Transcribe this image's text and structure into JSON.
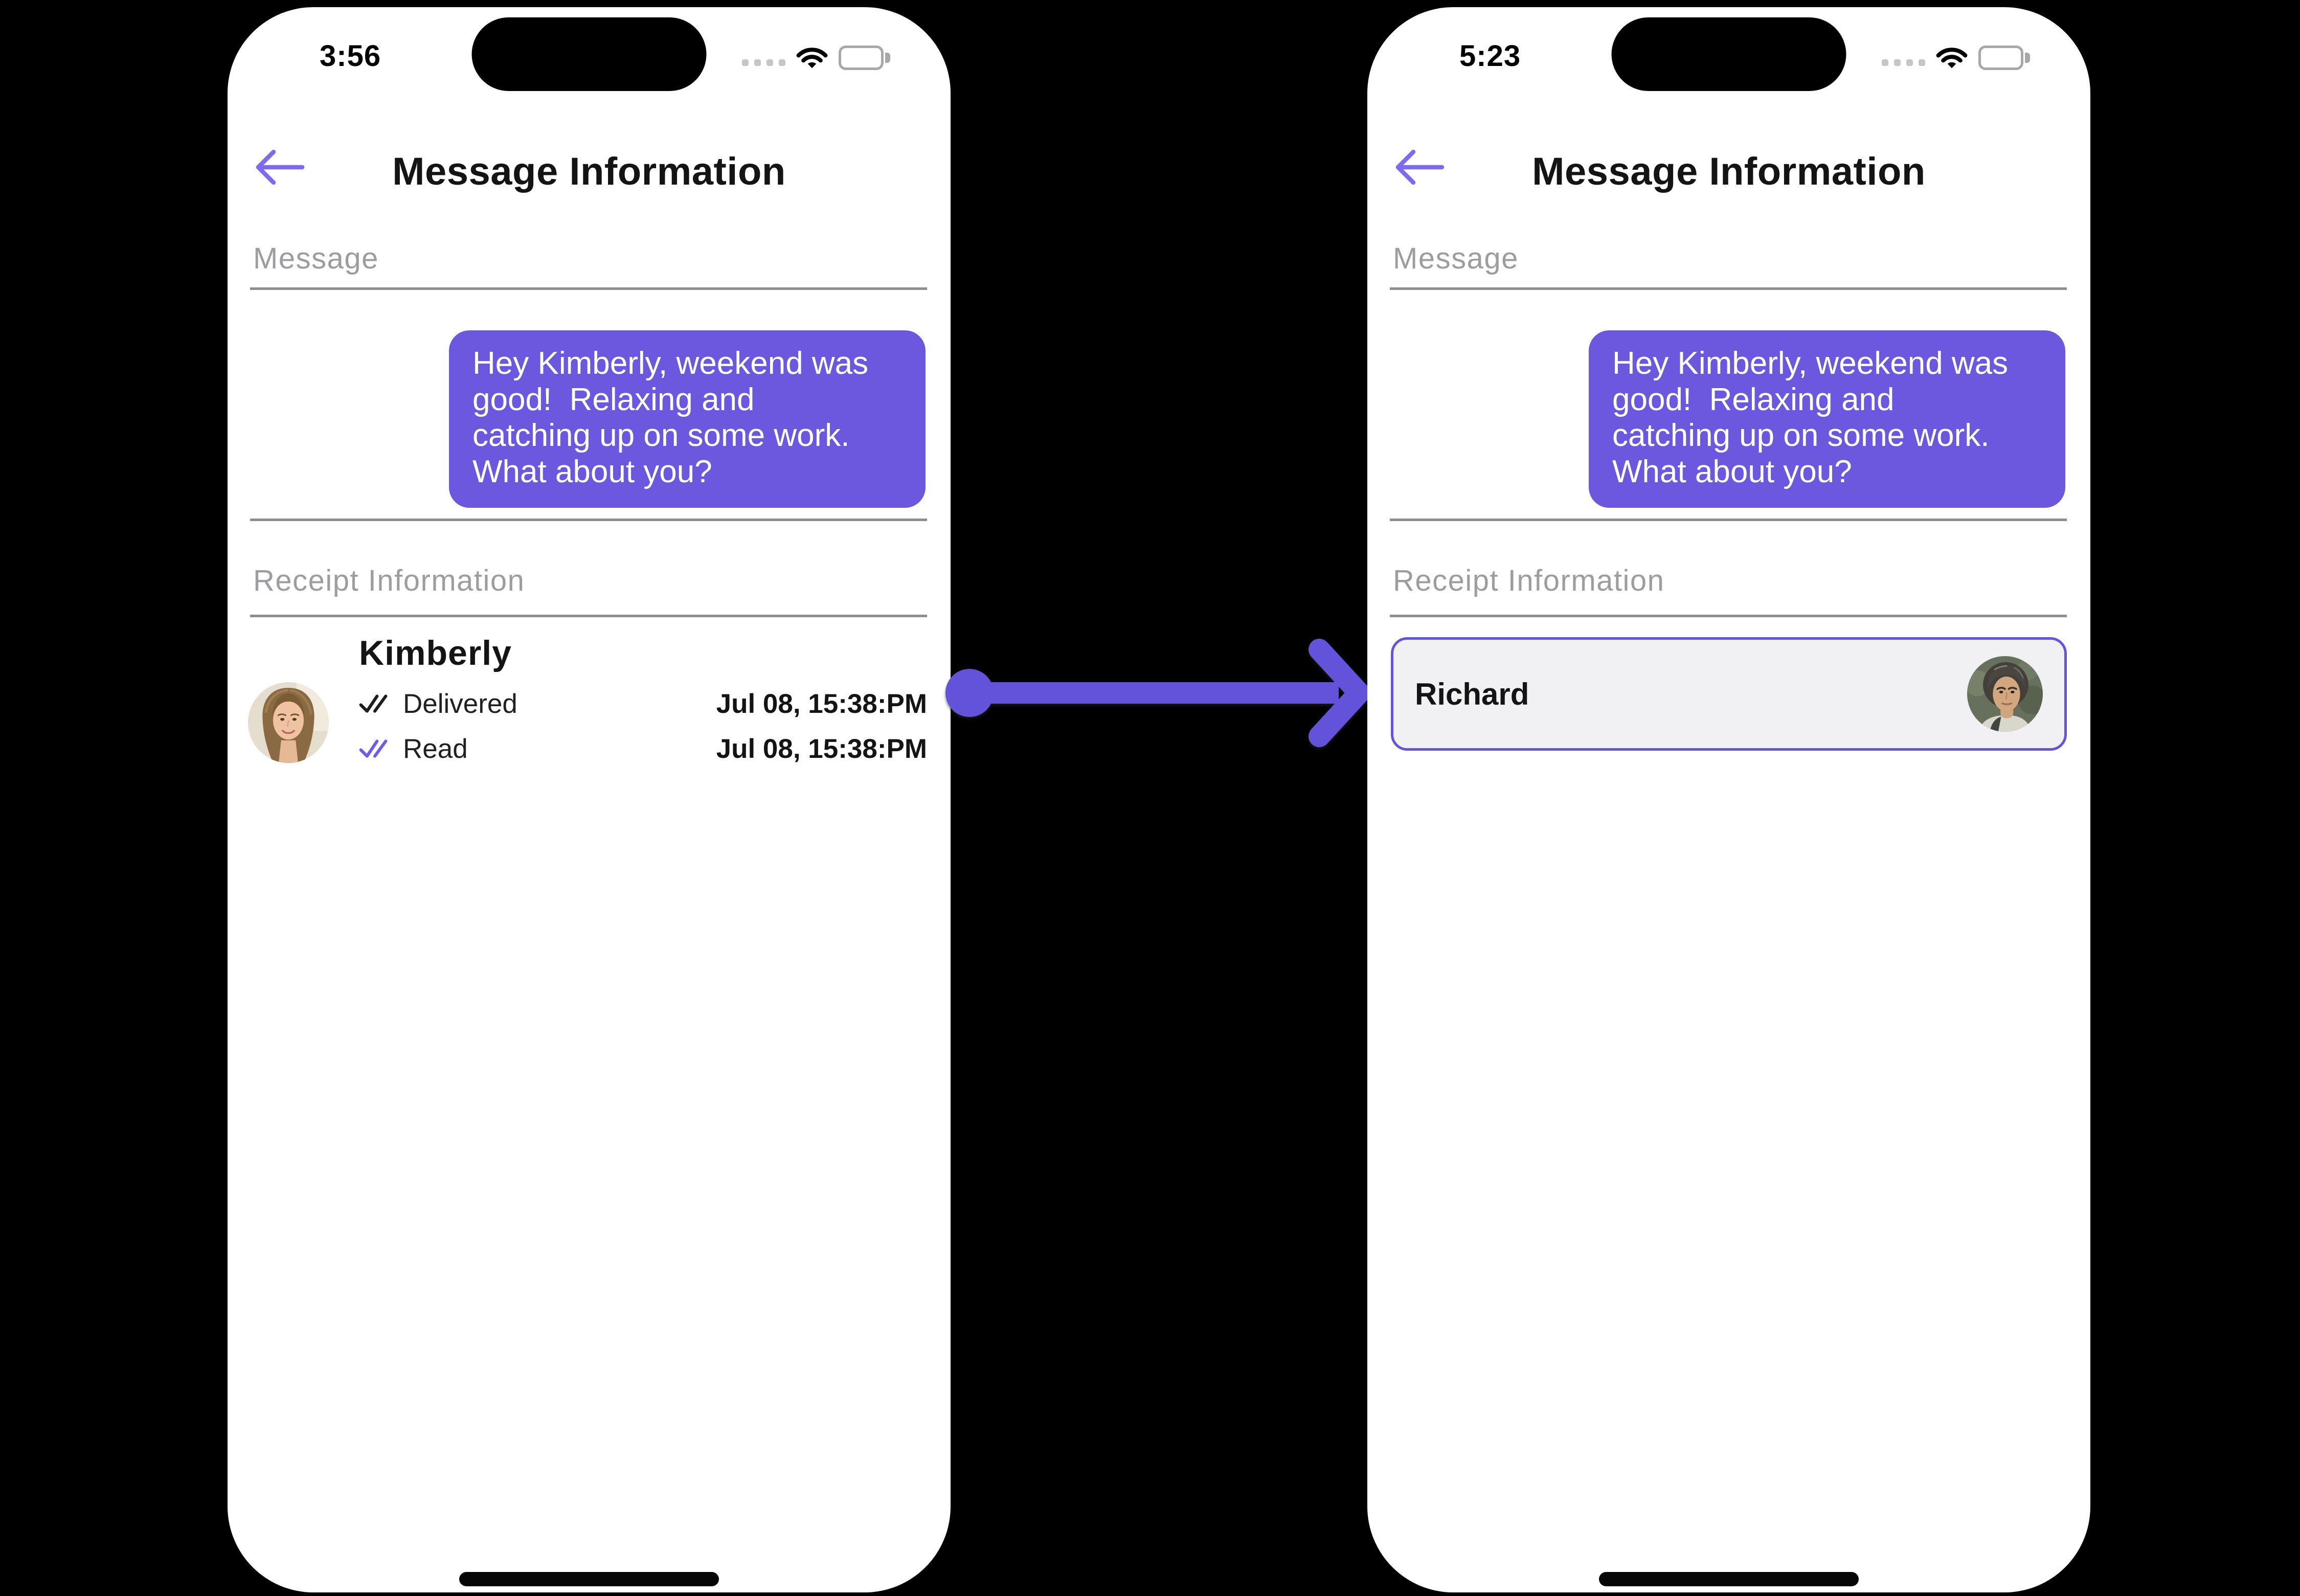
{
  "colors": {
    "bubble_purple": "#6B58DE",
    "arrow_purple": "#6353DA",
    "back_arrow_purple": "#7C6AF0",
    "card_border_purple": "#6453E0",
    "read_check_purple": "#6E5CF0",
    "delivered_check_dark": "#1D1D1F",
    "section_label_gray": "#9D9DA1",
    "divider_gray": "#8E8E90",
    "card_bg_gray": "#F1F0F3"
  },
  "transition": {
    "arrow_icon": "right-arrow"
  },
  "phones": [
    {
      "status_bar": {
        "time": "3:56",
        "icons": [
          "cellular-signal-dots",
          "wifi-icon",
          "battery-icon"
        ]
      },
      "header": {
        "back_icon": "left-arrow",
        "title": "Message Information"
      },
      "message_section": {
        "label": "Message",
        "bubble_text": "Hey Kimberly, weekend was\ngood!  Relaxing and\ncatching up on some work.\nWhat about you?"
      },
      "receipt_section": {
        "label": "Receipt Information",
        "contact": {
          "name": "Kimberly",
          "avatar": "woman-portrait"
        },
        "statuses": [
          {
            "label": "Delivered",
            "timestamp": "Jul 08, 15:38:PM",
            "check_icon": "double-check-dark"
          },
          {
            "label": "Read",
            "timestamp": "Jul 08, 15:38:PM",
            "check_icon": "double-check-purple"
          }
        ]
      }
    },
    {
      "status_bar": {
        "time": "5:23",
        "icons": [
          "cellular-signal-dots",
          "wifi-icon",
          "battery-icon"
        ]
      },
      "header": {
        "back_icon": "left-arrow",
        "title": "Message Information"
      },
      "message_section": {
        "label": "Message",
        "bubble_text": "Hey Kimberly, weekend was\ngood!  Relaxing and\ncatching up on some work.\nWhat about you?"
      },
      "receipt_section": {
        "label": "Receipt Information",
        "contact_card": {
          "name": "Richard",
          "avatar": "man-portrait"
        }
      }
    }
  ]
}
